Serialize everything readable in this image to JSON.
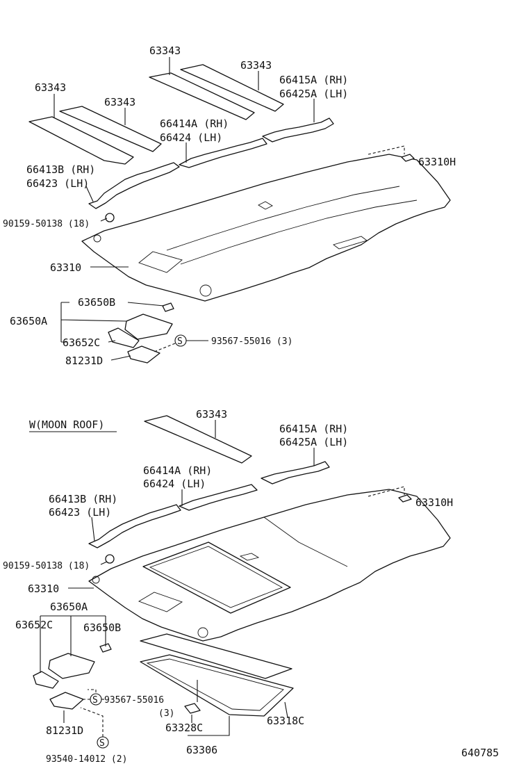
{
  "diagram_code": "640785",
  "top": {
    "labels": {
      "p63343_a": "63343",
      "p63343_b": "63343",
      "p63343_c": "63343",
      "p63343_d": "63343",
      "p66415a": "66415A (RH)",
      "p66425a": "66425A (LH)",
      "p66414a": "66414A (RH)",
      "p66424": "66424  (LH)",
      "p66413b": "66413B (RH)",
      "p66423": "66423  (LH)",
      "p63310h": "63310H",
      "p90159": "90159-50138 (18)",
      "p63310": "63310",
      "p63650b": "63650B",
      "p63650a": "63650A",
      "p63652c": "63652C",
      "p93567": "93567-55016 (3)",
      "p81231d": "81231D",
      "s_mark": "S"
    }
  },
  "bottom": {
    "section_title": "W(MOON  ROOF)",
    "labels": {
      "p63343": "63343",
      "p66415a": "66415A (RH)",
      "p66425a": "66425A (LH)",
      "p66414a": "66414A (RH)",
      "p66424": "66424  (LH)",
      "p66413b": "66413B (RH)",
      "p66423": "66423  (LH)",
      "p63310h": "63310H",
      "p90159": "90159-50138 (18)",
      "p63310": "63310",
      "p63650a": "63650A",
      "p63652c": "63652C",
      "p63650b": "63650B",
      "p93567": "93567-55016",
      "p93567_qty": "(3)",
      "p81231d": "81231D",
      "p93540": "93540-14012 (2)",
      "p63328c": "63328C",
      "p63318c": "63318C",
      "p63306": "63306",
      "s_mark1": "S",
      "s_mark2": "S"
    }
  }
}
